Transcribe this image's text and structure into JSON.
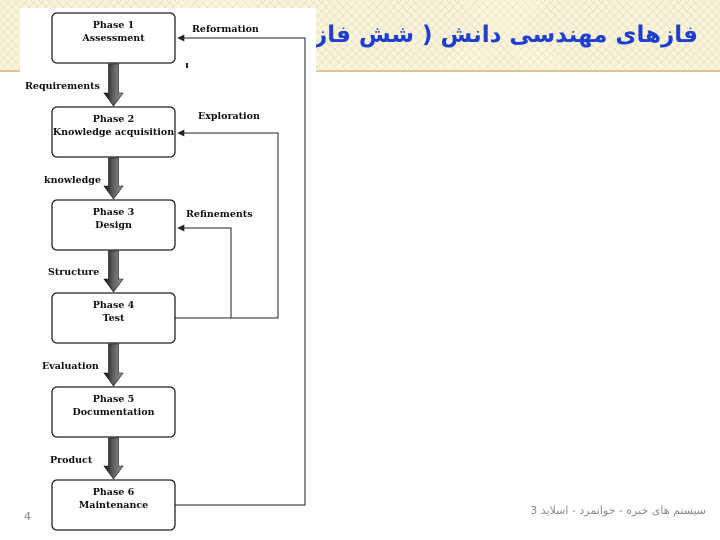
{
  "slide": {
    "title": "فازهای مهندسی دانش ( شش فاز )",
    "number": "4",
    "footer": "سیستم های خبره - جوانمرد - اسلاید 3"
  },
  "phases": [
    {
      "name": "Phase  1",
      "desc": "Assessment"
    },
    {
      "name": "Phase 2",
      "desc": "Knowledge acquisition"
    },
    {
      "name": "Phase  3",
      "desc": "Design"
    },
    {
      "name": "Phase  4",
      "desc": "Test"
    },
    {
      "name": "Phase  5",
      "desc": "Documentation"
    },
    {
      "name": "Phase 6",
      "desc": "Maintenance"
    }
  ],
  "flow_labels": [
    "Requirements",
    "knowledge",
    "Structure",
    "Evaluation",
    "Product"
  ],
  "feedback_labels": {
    "reformation": "Reformation",
    "exploration": "Exploration",
    "refinements": "Refinements"
  },
  "colors": {
    "title": "#1f3fd1",
    "arrow_dark": "#111111",
    "arrow_light": "#8c8c8c"
  }
}
